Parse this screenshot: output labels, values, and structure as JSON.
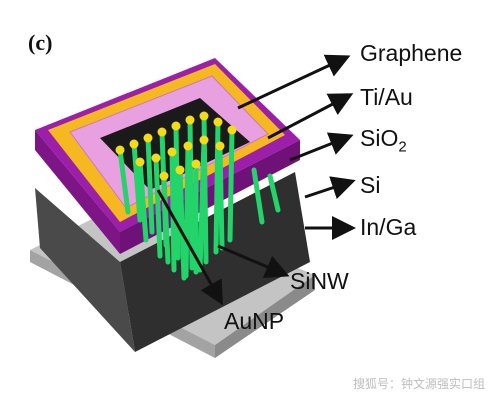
{
  "panel_label": "(c)",
  "labels": {
    "graphene": "Graphene",
    "ti_au": "Ti/Au",
    "sio2_main": "SiO",
    "sio2_sub": "2",
    "si": "Si",
    "in_ga": "In/Ga",
    "sinw": "SiNW",
    "aunp": "AuNP"
  },
  "watermark": "搜狐号：钟文源强实口组",
  "colors": {
    "graphene": "#e8a0e0",
    "ti_au": "#f5b820",
    "sio2": "#9b1fa8",
    "si": "#555555",
    "in_ga": "#b5b5b5",
    "sinw": "#22d46a",
    "aunp": "#f2dc1a"
  }
}
